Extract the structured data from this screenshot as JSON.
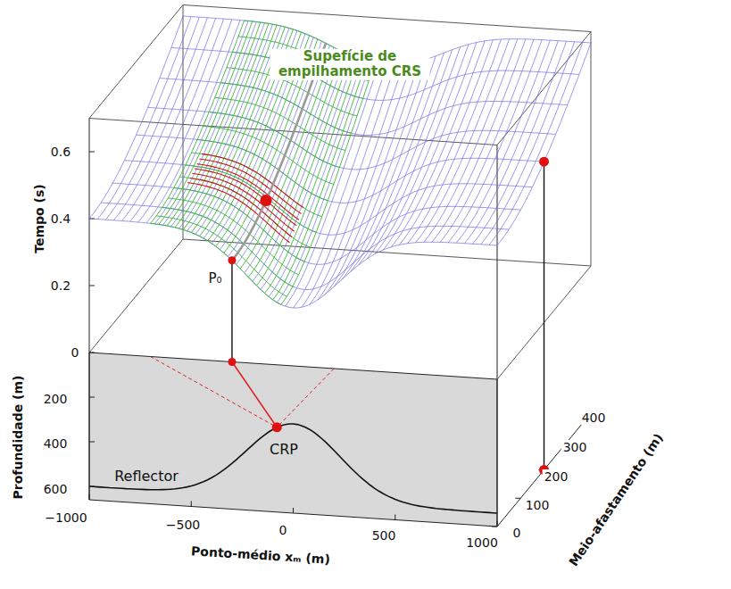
{
  "diagram": {
    "labels": [
      "Supefície de empilhamento CRS",
      "0.6",
      "0.4",
      "0.2",
      "0",
      "Tempo (s)",
      "P₀",
      "200",
      "400",
      "600",
      "Profundidade (m)",
      "Reflector",
      "CRP",
      "−1000",
      "−500",
      "0",
      "500",
      "1000",
      "Ponto-médio xₘ (m)",
      "0",
      "100",
      "200",
      "300",
      "400",
      "Meio-afastamento (m)"
    ]
  }
}
